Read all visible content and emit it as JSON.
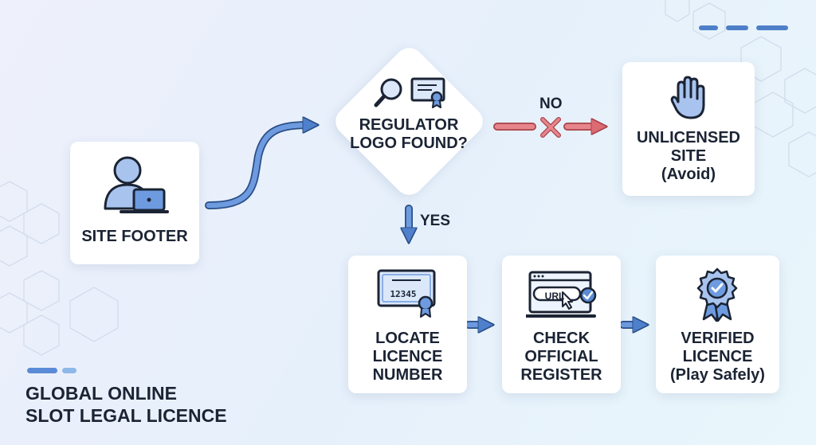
{
  "nodes": {
    "site_footer": {
      "label": "SITE FOOTER"
    },
    "regulator_check": {
      "line1": "REGULATOR",
      "line2": "LOGO FOUND?"
    },
    "unlicensed": {
      "line1": "UNLICENSED",
      "line2": "SITE",
      "line3": "(Avoid)"
    },
    "locate_licence": {
      "line1": "LOCATE",
      "line2": "LICENCE",
      "line3": "NUMBER",
      "icon_text": "12345"
    },
    "check_register": {
      "line1": "CHECK",
      "line2": "OFFICIAL",
      "line3": "REGISTER",
      "icon_text": "URL"
    },
    "verified": {
      "line1": "VERIFIED",
      "line2": "LICENCE",
      "line3": "(Play Safely)"
    }
  },
  "edges": {
    "no_label": "NO",
    "yes_label": "YES"
  },
  "title": {
    "line1": "GLOBAL ONLINE",
    "line2": "SLOT LEGAL LICENCE"
  },
  "icons": {
    "site_footer": "user-laptop-icon",
    "regulator": [
      "magnifier-icon",
      "certificate-icon"
    ],
    "unlicensed": "hand-stop-icon",
    "locate": "certificate-number-icon",
    "check": "browser-url-check-icon",
    "verified": "badge-check-icon",
    "no_cross": "x-mark-icon"
  },
  "colors": {
    "accent_blue": "#5a8bd6",
    "dark_navy": "#1b2434",
    "reject_red": "#dc6b73",
    "card_bg": "#ffffff"
  }
}
